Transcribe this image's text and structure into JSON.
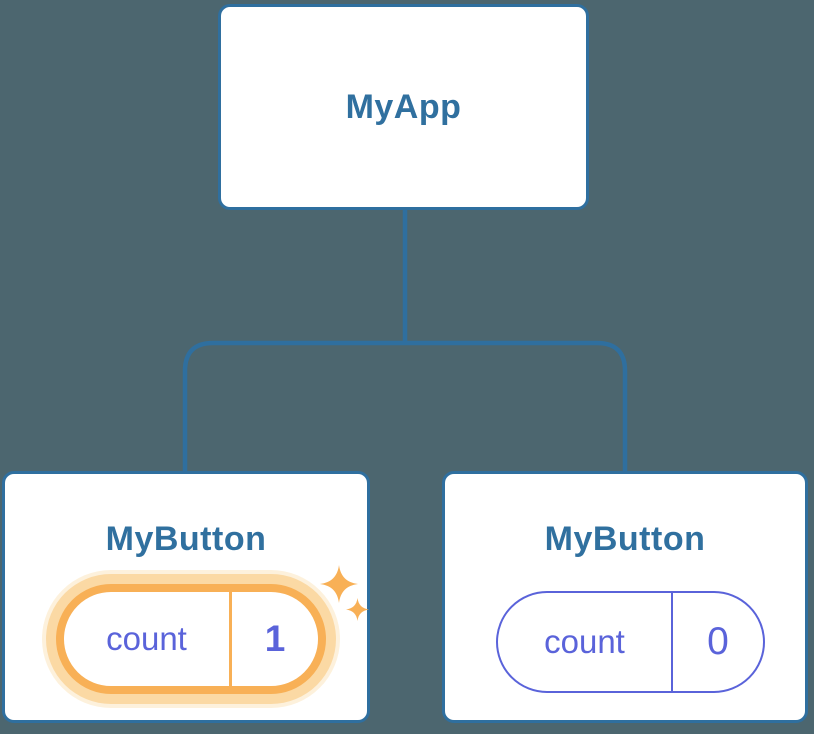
{
  "colors": {
    "background": "#4c666f",
    "line_blue": "#2f6f9f",
    "card_bg": "#ffffff",
    "title_text": "#30709f",
    "state_indigo": "#5a63da",
    "highlight_orange": "#f8b056",
    "highlight_glow": "#fbd9a4"
  },
  "tree": {
    "root": {
      "label": "MyApp"
    },
    "children": [
      {
        "label": "MyButton",
        "state": {
          "key": "count",
          "value": "1"
        },
        "highlighted": true,
        "highlight_note": "state just updated (orange glow + sparkles)"
      },
      {
        "label": "MyButton",
        "state": {
          "key": "count",
          "value": "0"
        },
        "highlighted": false
      }
    ]
  }
}
